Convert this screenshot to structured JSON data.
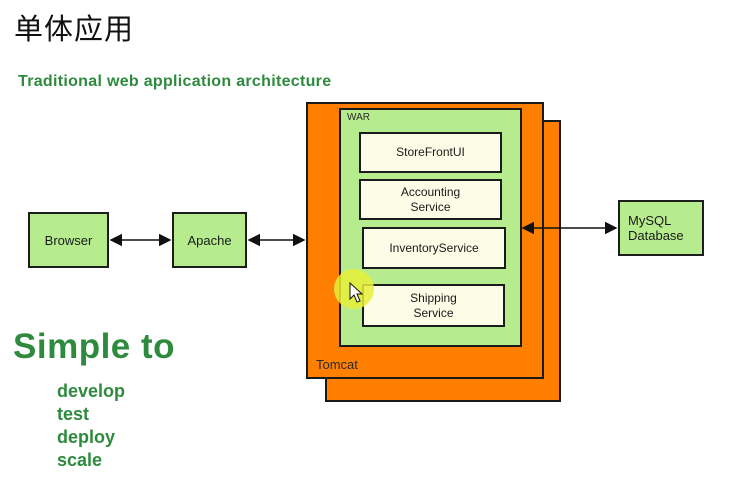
{
  "page_title": "单体应用",
  "subtitle": "Traditional web application architecture",
  "diagram": {
    "browser": "Browser",
    "apache": "Apache",
    "tomcat": "Tomcat",
    "war": "WAR",
    "services": {
      "storefront": "StoreFrontUI",
      "accounting_line1": "Accounting",
      "accounting_line2": "Service",
      "inventory": "InventoryService",
      "shipping_line1": "Shipping",
      "shipping_line2": "Service"
    },
    "database_line1": "MySQL",
    "database_line2": "Database"
  },
  "benefits": {
    "heading": "Simple to",
    "items": [
      "develop",
      "test",
      "deploy",
      "scale"
    ]
  },
  "colors": {
    "box_green": "#b6ec8e",
    "tomcat_orange": "#ff8000",
    "service_fill": "#fdfce6",
    "text_green": "#2e8b3e",
    "cursor_highlight": "#e6f03a"
  },
  "icons": {
    "cursor": "move-cursor-icon"
  }
}
